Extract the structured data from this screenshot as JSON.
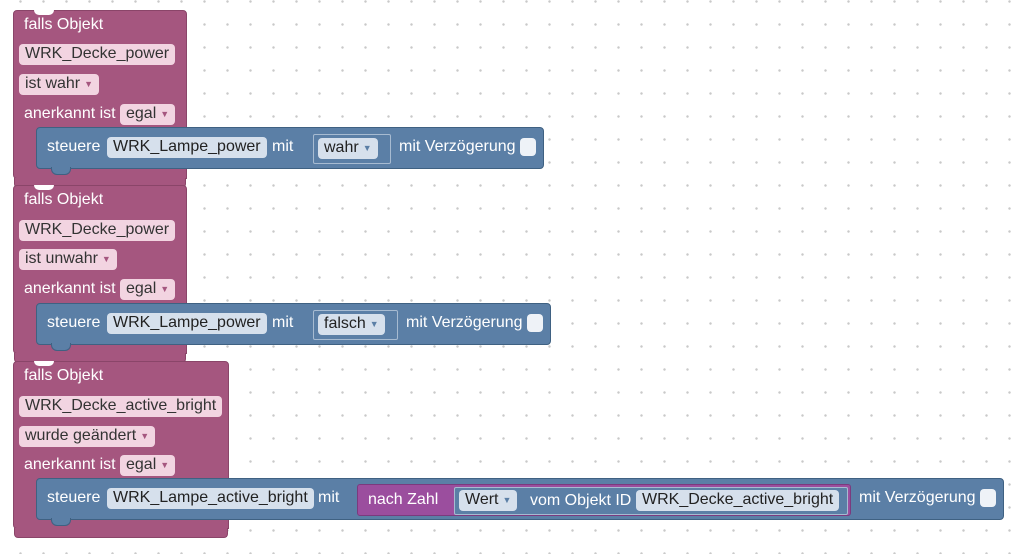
{
  "blocks": [
    {
      "header": "falls Objekt",
      "object": "WRK_Decke_power",
      "condition": "ist wahr",
      "ack_label": "anerkannt ist",
      "ack_value": "egal",
      "action": {
        "label": "steuere",
        "target": "WRK_Lampe_power",
        "with_label": "mit",
        "value": "wahr",
        "delay_label": "mit Verzögerung"
      }
    },
    {
      "header": "falls Objekt",
      "object": "WRK_Decke_power",
      "condition": "ist unwahr",
      "ack_label": "anerkannt ist",
      "ack_value": "egal",
      "action": {
        "label": "steuere",
        "target": "WRK_Lampe_power",
        "with_label": "mit",
        "value": "falsch",
        "delay_label": "mit Verzögerung"
      }
    },
    {
      "header": "falls Objekt",
      "object": "WRK_Decke_active_bright",
      "condition": "wurde geändert",
      "ack_label": "anerkannt ist",
      "ack_value": "egal",
      "action": {
        "label": "steuere",
        "target": "WRK_Lampe_active_bright",
        "with_label": "mit",
        "convert_label": "nach Zahl",
        "value": "Wert",
        "source_label": "vom Objekt ID",
        "source_object": "WRK_Decke_active_bright",
        "delay_label": "mit Verzögerung"
      }
    }
  ],
  "colors": {
    "event_block": "#a5567f",
    "action_block": "#5b7fa6",
    "convert_block": "#9b4e9e"
  },
  "icons": {
    "dropdown": "▼"
  }
}
